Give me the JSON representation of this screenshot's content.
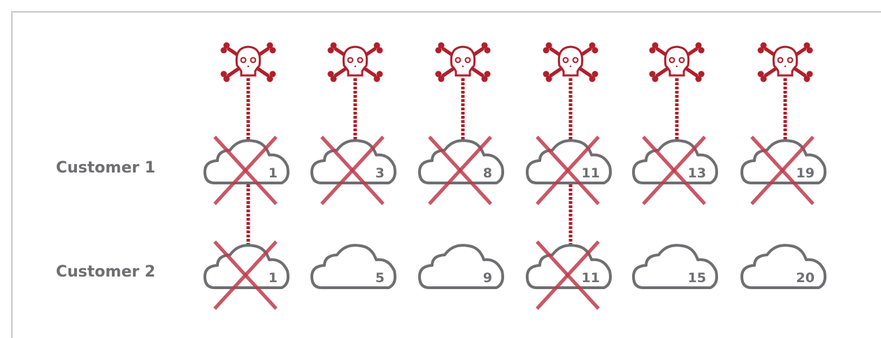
{
  "rows": [
    {
      "label": "Customer 1",
      "clouds": [
        {
          "number": "1",
          "crossed": true
        },
        {
          "number": "3",
          "crossed": true
        },
        {
          "number": "8",
          "crossed": true
        },
        {
          "number": "11",
          "crossed": true
        },
        {
          "number": "13",
          "crossed": true
        },
        {
          "number": "19",
          "crossed": true
        }
      ]
    },
    {
      "label": "Customer 2",
      "clouds": [
        {
          "number": "1",
          "crossed": true
        },
        {
          "number": "5",
          "crossed": false
        },
        {
          "number": "9",
          "crossed": false
        },
        {
          "number": "11",
          "crossed": true
        },
        {
          "number": "15",
          "crossed": false
        },
        {
          "number": "20",
          "crossed": false
        }
      ]
    }
  ],
  "threats": [
    {
      "icon": "skull-crossbones-icon",
      "target_cloud": 0
    },
    {
      "icon": "skull-crossbones-icon",
      "target_cloud": 1
    },
    {
      "icon": "skull-crossbones-icon",
      "target_cloud": 2
    },
    {
      "icon": "skull-crossbones-icon",
      "target_cloud": 3
    },
    {
      "icon": "skull-crossbones-icon",
      "target_cloud": 4
    },
    {
      "icon": "skull-crossbones-icon",
      "target_cloud": 5
    }
  ],
  "cross_customer_links": [
    0,
    3
  ],
  "colors": {
    "threat_red": "#b0202c",
    "cross_red": "#c0394a",
    "cloud_gray": "#6f6f72",
    "label_gray": "#6f6f72",
    "frame_gray": "#c8c8c8"
  }
}
